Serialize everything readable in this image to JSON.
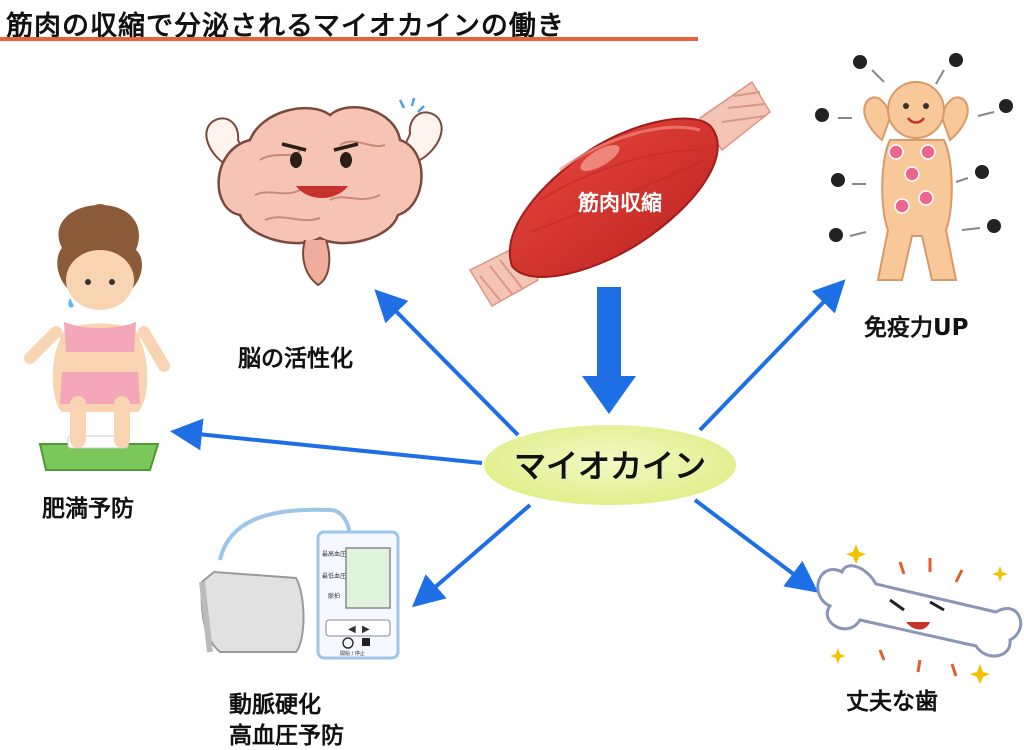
{
  "title": "筋肉の収縮で分泌されるマイオカインの働き",
  "center": "マイオカイン",
  "muscle": "筋肉収縮",
  "effects": {
    "brain": "脳の活性化",
    "immune": "免疫力UP",
    "obesity": "肥満予防",
    "bones": "丈夫な歯",
    "bp_line1": "動脈硬化",
    "bp_line2": "高血圧予防"
  },
  "device": {
    "label_high": "最高血圧",
    "label_low": "最低血圧",
    "label_pulse": "脈拍",
    "btn_left": "◀",
    "btn_right": "▶",
    "power_text": "開始 / 停止"
  },
  "colors": {
    "arrow": "#1e6fe6",
    "title_underline": "#e8623e",
    "center_fill": "#e6f19a",
    "muscle": "#d8312c"
  }
}
